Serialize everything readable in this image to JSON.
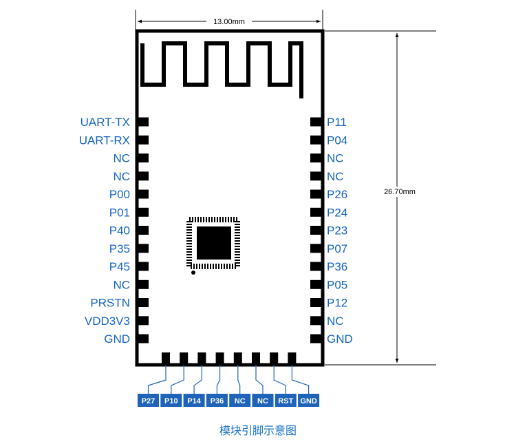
{
  "dimensions": {
    "width_label": "13.00mm",
    "height_label": "26.70mm"
  },
  "left_pins": [
    "UART-TX",
    "UART-RX",
    "NC",
    "NC",
    "P00",
    "P01",
    "P40",
    "P35",
    "P45",
    "NC",
    "PRSTN",
    "VDD3V3",
    "GND"
  ],
  "right_pins": [
    "P11",
    "P04",
    "NC",
    "NC",
    "P26",
    "P24",
    "P23",
    "P07",
    "P36",
    "P05",
    "P12",
    "NC",
    "GND"
  ],
  "bottom_pins": [
    "P27",
    "P10",
    "P14",
    "P36",
    "NC",
    "NC",
    "RST",
    "GND"
  ],
  "caption": "模块引脚示意图",
  "colors": {
    "label_blue": "#1565c0",
    "pad_black": "#000000",
    "board_outline": "#000000",
    "caption_blue": "#1a73c7",
    "box_blue": "#1f63b8"
  }
}
